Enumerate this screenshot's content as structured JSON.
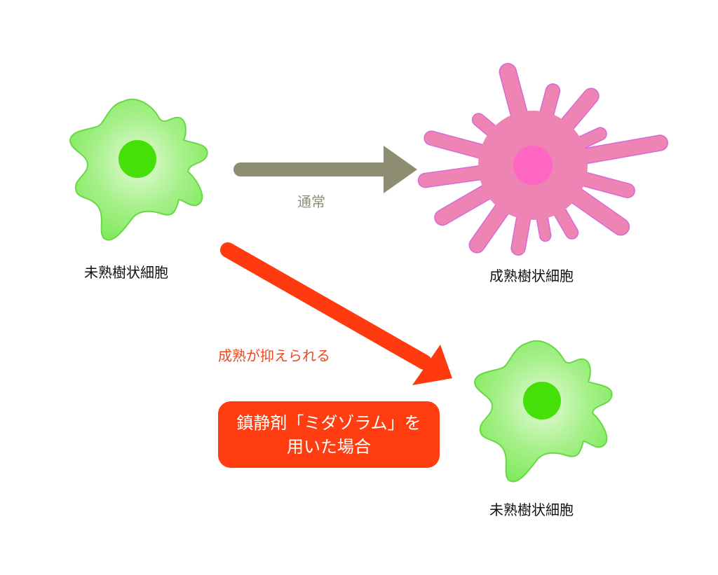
{
  "labels": {
    "immature_top": "未熟樹状細胞",
    "mature": "成熟樹状細胞",
    "immature_bottom": "未熟樹状細胞",
    "normal": "通常",
    "suppressed": "成熟が抑えられる"
  },
  "callout": {
    "line1": "鎮静剤「ミダゾラム」を",
    "line2": "用いた場合"
  },
  "colors": {
    "immature_cell": "#7eea5a",
    "immature_nucleus": "#44e008",
    "mature_cell": "#f08dba",
    "mature_nucleus": "#ff66c4",
    "normal_arrow": "#8d8d72",
    "suppressed_arrow": "#ff3a0f",
    "callout_bg": "#ff3d10"
  }
}
